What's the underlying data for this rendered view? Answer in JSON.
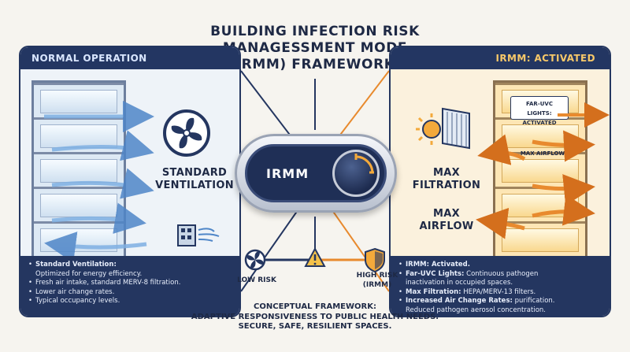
{
  "title": {
    "line1": "BUILDING INFECTION RISK",
    "line2": "MANAGESSMENT MODE",
    "line3": "(IRMM) FRAMEWORK."
  },
  "left_panel": {
    "header": "NORMAL OPERATION",
    "fan_label_line1": "STANDARD",
    "fan_label_line2": "VENTILATION",
    "notes": {
      "heading": "Standard Ventilation:",
      "items": [
        "Optimized for energy efficiency.",
        "Fresh air intake, standard MERV-8 filtration.",
        "Lower air change rates.",
        "Typical occupancy levels."
      ]
    }
  },
  "right_panel": {
    "header": "IRMM: ACTIVATED",
    "far_uvc_line1": "FAR-UVC",
    "far_uvc_line2": "LIGHTS: ACTIVATED",
    "max_airflow_small": "MAX AIRFLOW",
    "filtration_line1": "MAX",
    "filtration_line2": "FILTRATION",
    "airflow_line1": "MAX",
    "airflow_line2": "AIRFLOW",
    "notes": {
      "line1_bold": "IRMM: Activated.",
      "line2_bold": "Far-UVC Lights:",
      "line2_rest": " Continuous pathogen",
      "line2_cont": "inactivation in occupied spaces.",
      "line3_bold": "Max Filtration:",
      "line3_rest": " HEPA/MERV-13 filters.",
      "line4_bold": "Increased Air Change Rates:",
      "line4_rest": " purification.",
      "line4_cont": "Reduced pathogen aerosol concentration."
    }
  },
  "toggle": {
    "label": "IRMM"
  },
  "risk_scale": {
    "low_label": "LOW RISK",
    "high_label_line1": "HIGH RISK",
    "high_label_line2": "(IRMM)"
  },
  "footer": {
    "line1": "CONCEPTUAL FRAMEWORK:",
    "line2": "ADAPTIVE RESPONSIVENESS TO PUBLIC HEALTH NEEDS.",
    "line3": "SECURE, SAFE, RESILIENT SPACES."
  },
  "colors": {
    "navy": "#233662",
    "cool_blue": "#5a8fd0",
    "warm_orange": "#e88a2e",
    "gold": "#f7c869"
  }
}
